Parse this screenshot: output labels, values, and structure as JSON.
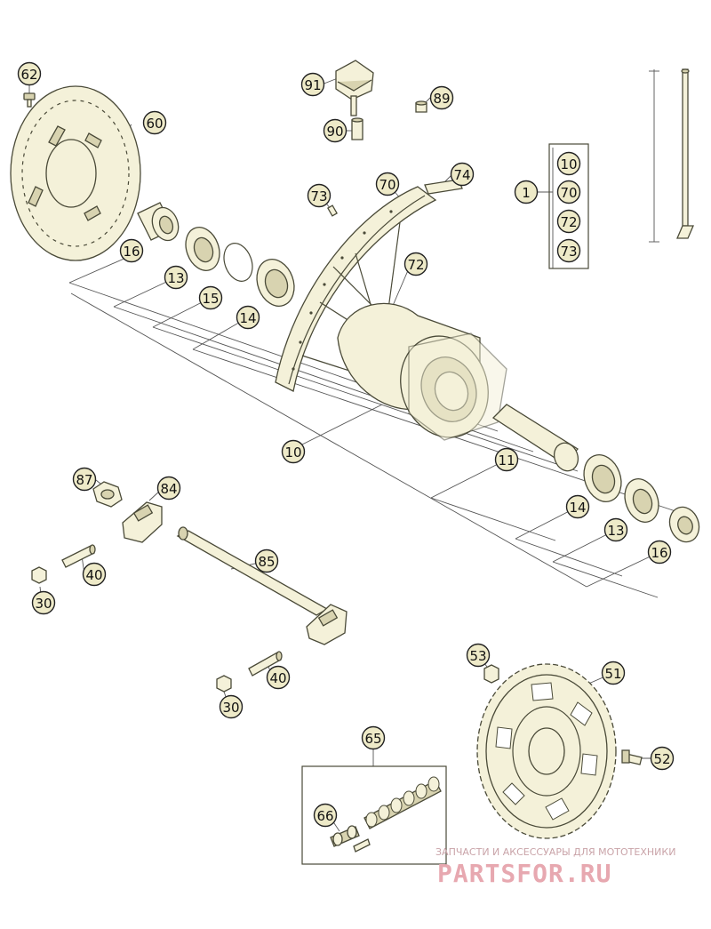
{
  "callouts": {
    "c62": "62",
    "c60": "60",
    "c91": "91",
    "c89": "89",
    "c90": "90",
    "c73": "73",
    "c70": "70",
    "c74": "74",
    "c72": "72",
    "c1": "1",
    "k10": "10",
    "k70": "70",
    "k72": "72",
    "k73": "73",
    "c16a": "16",
    "c13a": "13",
    "c15": "15",
    "c14a": "14",
    "c10": "10",
    "c11": "11",
    "c14b": "14",
    "c13b": "13",
    "c16b": "16",
    "c87": "87",
    "c84": "84",
    "c40a": "40",
    "c30a": "30",
    "c85": "85",
    "c40b": "40",
    "c30b": "30",
    "c53": "53",
    "c51": "51",
    "c52": "52",
    "c65": "65",
    "c66": "66"
  },
  "watermark": {
    "tagline": "ЗАПЧАСТИ И АКСЕССУАРЫ ДЛЯ МОТОТЕХНИКИ",
    "brand": "PARTSFOR.RU"
  }
}
